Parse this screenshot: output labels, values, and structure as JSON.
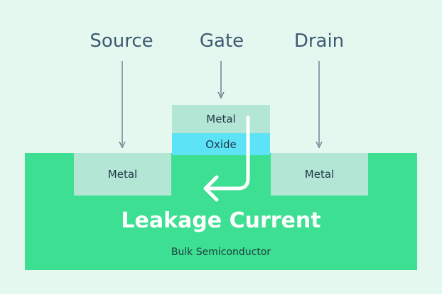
{
  "labels": {
    "source": "Source",
    "gate": "Gate",
    "drain": "Drain",
    "source_metal": "Metal",
    "gate_metal": "Metal",
    "gate_oxide": "Oxide",
    "drain_metal": "Metal",
    "leakage": "Leakage Current",
    "bulk": "Bulk Semiconductor"
  },
  "colors": {
    "background": "#e5f8ef",
    "substrate": "#3ddf92",
    "metal": "#b3e6d4",
    "oxide": "#5ce3f5",
    "arrow": "#ffffff",
    "pointer": "#5a7085",
    "label_text": "#3f5a73"
  }
}
